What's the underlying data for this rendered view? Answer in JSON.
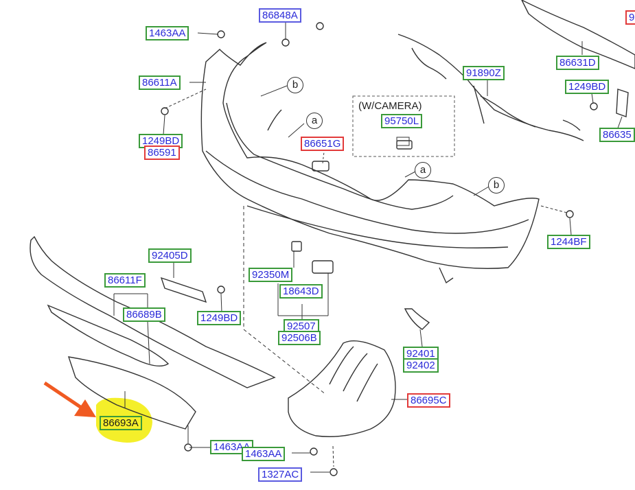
{
  "title_box": "(W/CAMERA)",
  "callouts": {
    "a": "a",
    "b": "b"
  },
  "parts": {
    "p86848A": "86848A",
    "p1463AA_top": "1463AA",
    "p86611A": "86611A",
    "p1249BD_left": "1249BD",
    "p86591": "86591",
    "p86651G": "86651G",
    "p95750L": "95750L",
    "p91890Z": "91890Z",
    "p86631D": "86631D",
    "p1249BD_right": "1249BD",
    "p86635": "86635",
    "p9": "9",
    "p1244BF": "1244BF",
    "p92405D": "92405D",
    "p86611F": "86611F",
    "p86689B": "86689B",
    "p1249BD_mid": "1249BD",
    "p92350M": "92350M",
    "p18643D": "18643D",
    "p92507": "92507",
    "p92506B": "92506B",
    "p92401": "92401",
    "p92402": "92402",
    "p86695C": "86695C",
    "p86693A": "86693A",
    "p1463AA_bot1": "1463AA",
    "p1463AA_bot2": "1463AA",
    "p1327AC": "1327AC"
  },
  "colors": {
    "highlight": "#f4ef2a",
    "arrow": "#f05a22",
    "label_text": "#2a2ad8",
    "green_border": "#3a9a3a",
    "red_border": "#e23a3a",
    "blue_border": "#5a5ae0"
  }
}
